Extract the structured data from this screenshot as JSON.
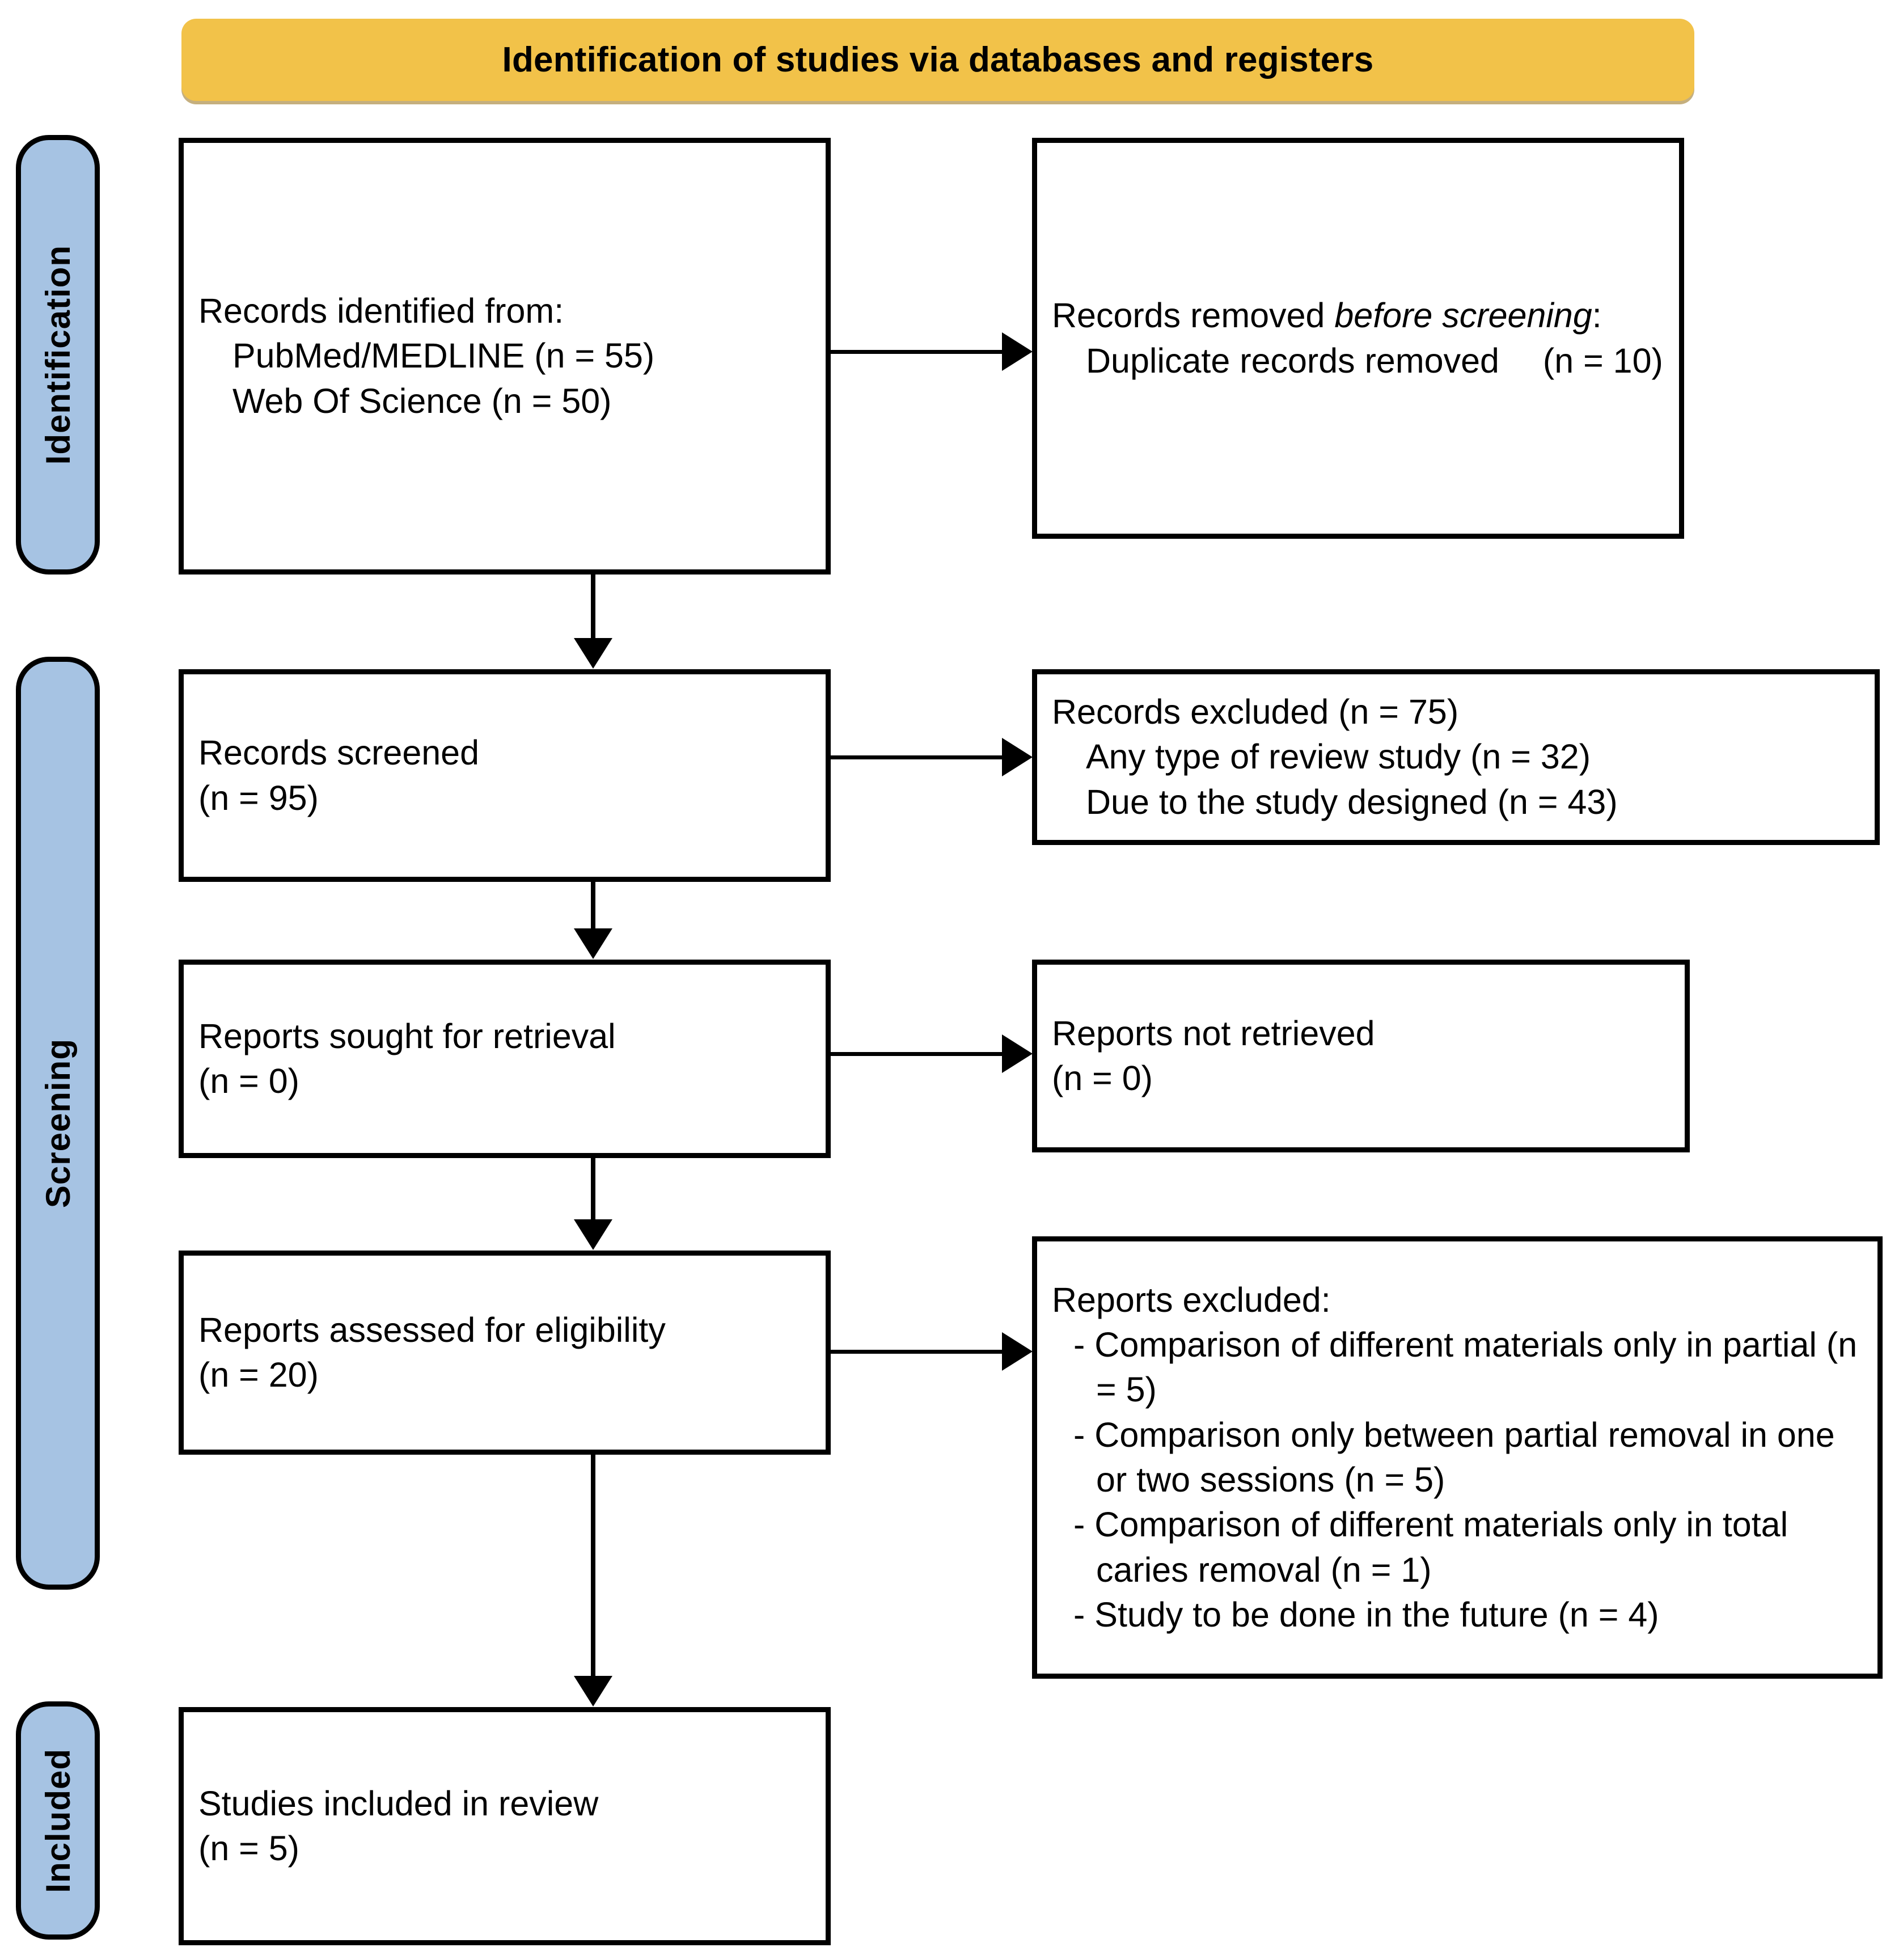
{
  "header": {
    "title": "Identification of studies via databases and registers",
    "bg_color": "#F2C249"
  },
  "phases": {
    "identification": "Identification",
    "screening": "Screening",
    "included": "Included",
    "bg_color": "#A6C3E3"
  },
  "boxes": {
    "identified": {
      "line1": "Records identified from:",
      "line2": "PubMed/MEDLINE (n = 55)",
      "line3": "Web Of Science (n = 50)"
    },
    "removed": {
      "line1a": "Records removed ",
      "line1b": "before screening",
      "line1c": ":",
      "line2": "Duplicate records removed",
      "line3": "(n = 10)"
    },
    "screened": {
      "line1": "Records screened",
      "line2": "(n = 95)"
    },
    "excluded": {
      "line1": "Records excluded (n = 75)",
      "line2": "Any type of review study (n = 32)",
      "line3": "Due to the study designed (n = 43)"
    },
    "sought": {
      "line1": "Reports sought for retrieval",
      "line2": "(n = 0)"
    },
    "not_retrieved": {
      "line1": "Reports not retrieved",
      "line2": "(n = 0)"
    },
    "eligibility": {
      "line1": "Reports assessed for eligibility",
      "line2": "(n = 20)"
    },
    "reports_excluded": {
      "line1": "Reports excluded:",
      "line2": "- Comparison of different materials only in partial (n = 5)",
      "line3": "- Comparison only between partial removal in one or two sessions (n = 5)",
      "line4": "- Comparison of different materials only in total caries removal (n = 1)",
      "line5": "- Study to be done in the future (n = 4)"
    },
    "included": {
      "line1": "Studies included in review",
      "line2": "(n = 5)"
    }
  }
}
